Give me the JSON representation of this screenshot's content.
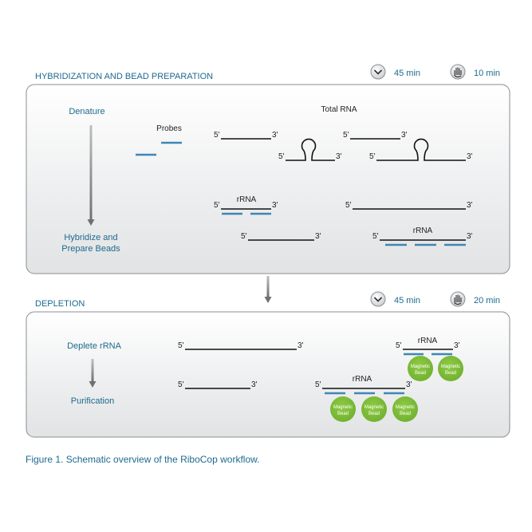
{
  "sections": {
    "hybridization": {
      "title": "HYBRIDIZATION AND BEAD PREPARATION",
      "time_a": "45 min",
      "time_b": "10 min",
      "step_start": "Denature",
      "step_end_1": "Hybridize and",
      "step_end_2": "Prepare Beads"
    },
    "depletion": {
      "title": "DEPLETION",
      "time_a": "45 min",
      "time_b": "20 min",
      "step_start": "Deplete rRNA",
      "step_end": "Purification"
    }
  },
  "labels": {
    "total_rna": "Total RNA",
    "probes": "Probes",
    "rrna": "rRNA",
    "five_prime": "5'",
    "three_prime": "3'",
    "bead_line1": "Magnetic",
    "bead_line2": "Bead"
  },
  "icons": [
    "clock-icon",
    "hand-icon"
  ],
  "colors": {
    "accent": "#1d6a8e",
    "probe": "#3f86b5",
    "bead": "#7dbb3a",
    "panel": "#e9eaeb"
  },
  "caption": "Figure 1. Schematic overview of the RiboCop workflow."
}
